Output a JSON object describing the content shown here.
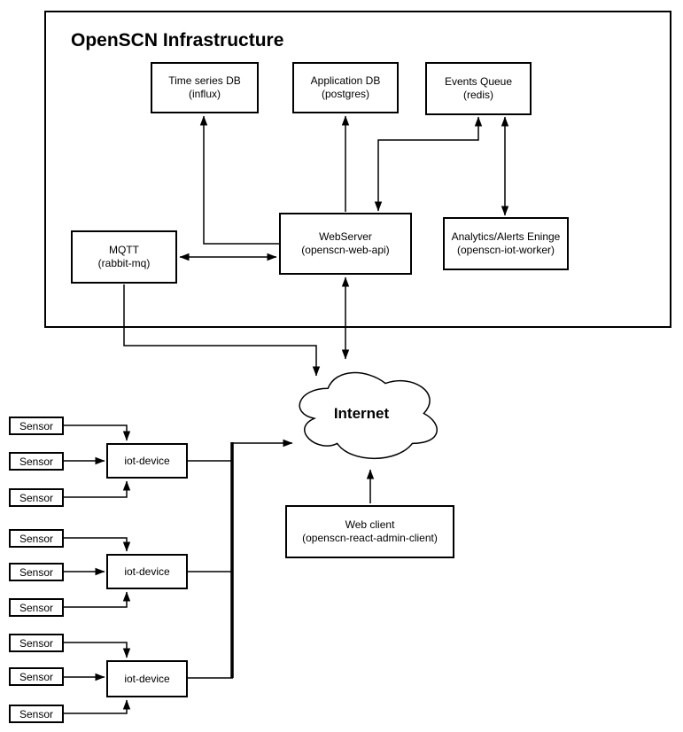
{
  "diagram": {
    "title": "OpenSCN Infrastructure",
    "nodes": {
      "time_series_db": {
        "line1": "Time series DB",
        "line2": "(influx)"
      },
      "application_db": {
        "line1": "Application DB",
        "line2": "(postgres)"
      },
      "events_queue": {
        "line1": "Events Queue",
        "line2": "(redis)"
      },
      "mqtt": {
        "line1": "MQTT",
        "line2": "(rabbit-mq)"
      },
      "webserver": {
        "line1": "WebServer",
        "line2": "(openscn-web-api)"
      },
      "analytics": {
        "line1": "Analytics/Alerts Eninge",
        "line2": "(openscn-iot-worker)"
      },
      "web_client": {
        "line1": "Web client",
        "line2": "(openscn-react-admin-client)"
      },
      "internet": {
        "label": "Internet"
      },
      "iot_device": {
        "label": "iot-device"
      },
      "sensor": {
        "label": "Sensor"
      }
    },
    "colors": {
      "stroke": "#000000",
      "background": "#ffffff"
    }
  }
}
